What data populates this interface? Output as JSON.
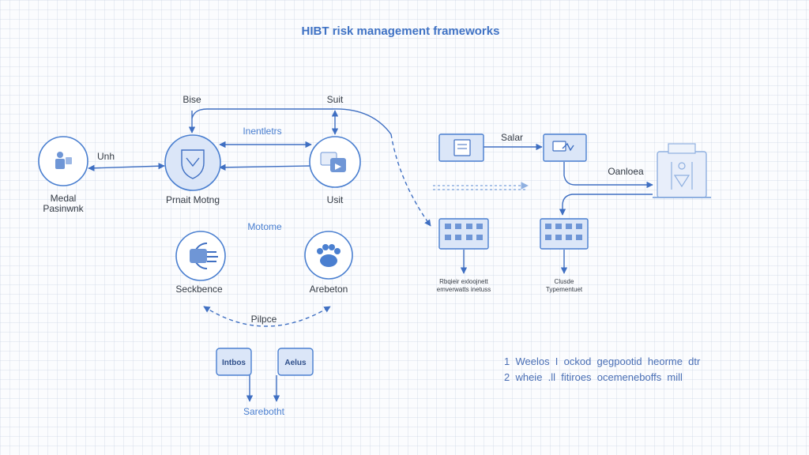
{
  "title": "HIBT risk management frameworks",
  "colors": {
    "accent": "#4a7fd0",
    "line": "#3f6fc2",
    "node_fill": "#dbe6f8",
    "text": "#333a44"
  },
  "nodes": {
    "modal_framework": {
      "label_line1": "Medal",
      "label_line2": "Pasinwnk",
      "icon": "person-icon"
    },
    "product_model": {
      "label": "Prnait Motng",
      "icon": "shield-icon"
    },
    "unit": {
      "label": "Usit",
      "icon": "folder-icon"
    },
    "sequence": {
      "label": "Seckbence",
      "icon": "plug-icon"
    },
    "arebeton": {
      "label": "Arebeton",
      "icon": "paw-icon"
    },
    "box_left": {
      "label": "Intbos"
    },
    "box_right": {
      "label": "Aelus"
    },
    "top_left_card": {
      "icon": "document-icon"
    },
    "top_right_card": {
      "icon": "chart-icon"
    },
    "panel_left": {
      "caption_line1": "Rbqieir exloojnett",
      "caption_line2": "emverwatts inetuss",
      "icon": "grid-icon"
    },
    "panel_right": {
      "caption_line1": "Clusde",
      "caption_line2": "Typementuet",
      "icon": "grid-icon"
    },
    "building": {
      "icon": "building-icon"
    }
  },
  "edge_labels": {
    "unh": "Unh",
    "bise": "Bise",
    "suit": "Suit",
    "interdiets": "Inentletrs",
    "motome": "Motome",
    "pilpce": "Pilpce",
    "sarebothit": "Sarebotht",
    "salar": "Salar",
    "oanoloa": "Oanloea"
  },
  "notes": [
    "1  Weelos  I  ockod  gegpootid  heorme  dtr",
    "2  wheie  .ll  fitiroes  ocemeneboffs  mill"
  ]
}
